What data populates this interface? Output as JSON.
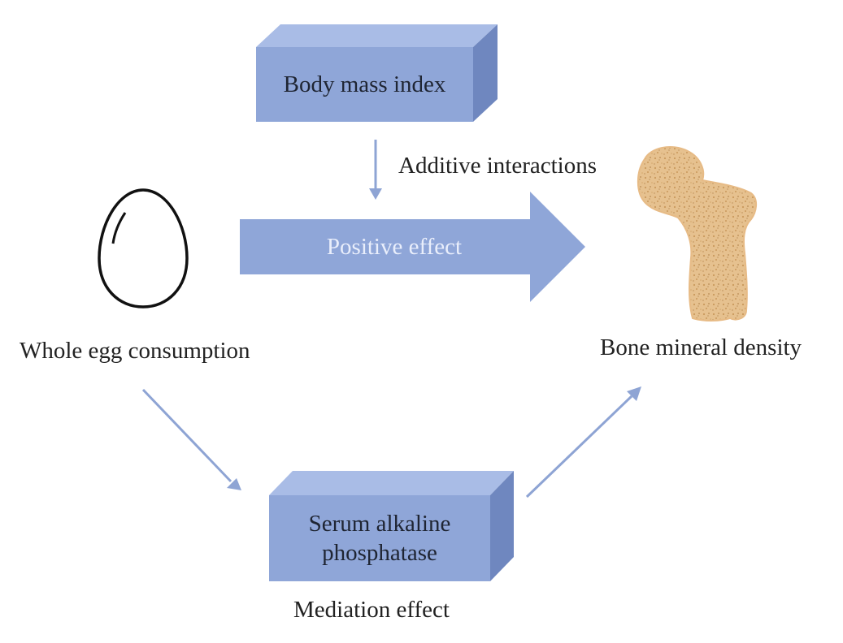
{
  "diagram": {
    "top_box_label": "Body mass index",
    "interaction_label": "Additive interactions",
    "main_arrow_label": "Positive effect",
    "left_node_label": "Whole egg consumption",
    "right_node_label": "Bone mineral density",
    "bottom_box_label_line1": "Serum alkaline",
    "bottom_box_label_line2": "phosphatase",
    "bottom_caption": "Mediation effect"
  },
  "colors": {
    "box_front": "#8fa6d8",
    "box_top": "#a9bce6",
    "box_side": "#6f87bf",
    "arrow_fill": "#8fa6d8",
    "connector": "#8ea4d4",
    "bone_fill": "#e6c18f",
    "bone_speckle": "#c9995c",
    "text": "#222222",
    "positive_effect_text": "#e9eefb"
  },
  "icons": {
    "egg": "egg-icon",
    "bone": "femur-bone-icon"
  }
}
